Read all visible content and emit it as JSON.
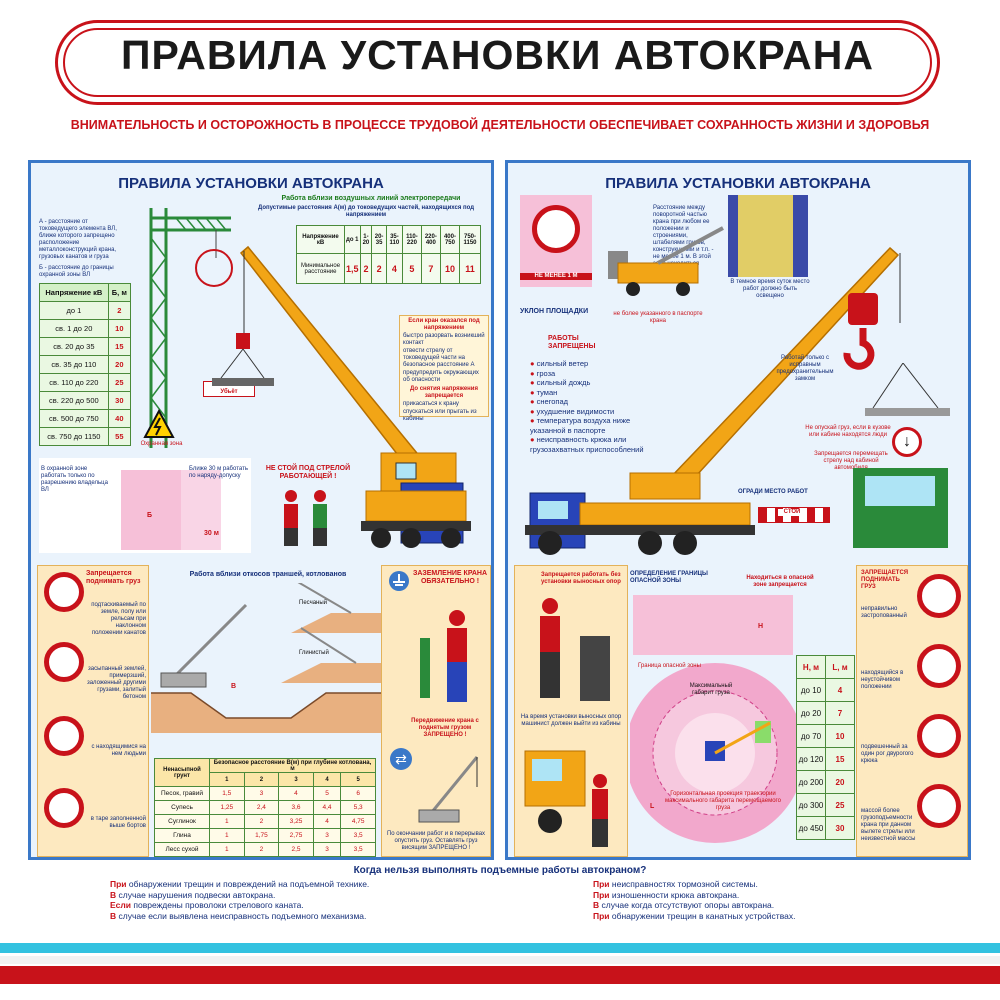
{
  "header": {
    "title": "ПРАВИЛА УСТАНОВКИ АВТОКРАНА",
    "subtitle": "ВНИМАТЕЛЬНОСТЬ И ОСТОРОЖНОСТЬ В ПРОЦЕССЕ ТРУДОВОЙ ДЕЯТЕЛЬНОСТИ ОБЕСПЕЧИВАЕТ СОХРАННОСТЬ ЖИЗНИ И ЗДОРОВЬЯ"
  },
  "left": {
    "title": "ПРАВИЛА УСТАНОВКИ АВТОКРАНА",
    "power_title": "Работа вблизи воздушных линий электропередачи",
    "power_sub": "Допустимые расстояния А(м) до токоведущих частей, находящихся под напряжением",
    "note_a": "А - расстояние от токоведущего элемента ВЛ, ближе которого запрещено расположение металлоконструкций крана, грузовых канатов и груза",
    "note_b": "Б - расстояние до границы охранной зоны ВЛ",
    "table1_headers": [
      "Напряжение кВ",
      "Б, м"
    ],
    "table1_rows": [
      [
        "до 1",
        "2"
      ],
      [
        "св. 1   до 20",
        "10"
      ],
      [
        "св. 20  до 35",
        "15"
      ],
      [
        "св. 35  до 110",
        "20"
      ],
      [
        "св. 110 до 220",
        "25"
      ],
      [
        "св. 220 до 500",
        "30"
      ],
      [
        "св. 500 до 750",
        "40"
      ],
      [
        "св. 750 до 1150",
        "55"
      ]
    ],
    "table2_label1": "Напряжение кВ",
    "table2_label2": "Минимальное расстояние",
    "table2_cols": [
      "до 1",
      "1-20",
      "20-35",
      "35-110",
      "110-220",
      "220-400",
      "400-750",
      "750-1150"
    ],
    "table2_values": [
      "1,5",
      "2",
      "2",
      "4",
      "5",
      "7",
      "10",
      "11"
    ],
    "warning_power": "Если кран оказался под напряжением",
    "warning_power_items": [
      "быстро разорвать возникший контакт",
      "отвести стрелу от токоведущей части на безопасное расстояние А",
      "предупредить окружающих об опасности"
    ],
    "warning_before": "До снятия напряжения запрещается",
    "warning_before_items": [
      "прикасаться к крану",
      "спускаться или прыгать из кабины"
    ],
    "zone_sign": "Не влезай! Убьёт",
    "zone_label": "Охранная зона",
    "zone_note1": "В охранной зоне работать только по разрешению владельца ВЛ",
    "zone_note2": "Ближе 30 м работать по наряду-допуску",
    "dim_b": "Б",
    "dim_30": "30 м",
    "dont_stand": "НЕ СТОЙ ПОД СТРЕЛОЙ РАБОТАЮЩЕЙ !",
    "lift_title": "Запрещается поднимать груз",
    "lift_items": [
      "подтаскиваемый по земле, полу или рельсам при наклонном положении канатов",
      "засыпанный землей, примерзший, заложенный другими грузами, залитый бетоном",
      "с находящимися на нем людьми",
      "в таре заполненной выше бортов"
    ],
    "slope_title": "Работа вблизи откосов траншей, котлованов",
    "slope_soil1": "Песчаный",
    "slope_soil2": "Глинистый",
    "dim_bm": "В",
    "ground_title": "ЗАЗЕМЛЕНИЕ КРАНА ОБЯЗАТЕЛЬНО !",
    "move_forbid": "Передвижение крана с поднятым грузом ЗАПРЕЩЕНО !",
    "end_work": "По окончании работ и в перерывах опустить груз. Оставлять груз висящим ЗАПРЕЩЕНО !",
    "soil_table_header": [
      "Ненасыпной грунт",
      "Безопасное расстояние В(м) при глубине котлована, м"
    ],
    "soil_depths": [
      "1",
      "2",
      "3",
      "4",
      "5"
    ],
    "soil_rows": [
      [
        "Песок, гравий",
        "1,5",
        "3",
        "4",
        "5",
        "6"
      ],
      [
        "Супесь",
        "1,25",
        "2,4",
        "3,6",
        "4,4",
        "5,3"
      ],
      [
        "Суглинок",
        "1",
        "2",
        "3,25",
        "4",
        "4,75"
      ],
      [
        "Глина",
        "1",
        "1,75",
        "2,75",
        "3",
        "3,5"
      ],
      [
        "Лесс сухой",
        "1",
        "2",
        "2,5",
        "3",
        "3,5"
      ]
    ]
  },
  "right": {
    "title": "ПРАВИЛА УСТАНОВКИ АВТОКРАНА",
    "not_less": "НЕ МЕНЕЕ 1 М",
    "distance_note": "Расстояние между поворотной частью крана при любом ее положении и строениями, штабелями грузов, конструкциями и т.п. - не менее 1 м. В этой зоне находиться ЗАПРЕЩАЕТСЯ",
    "dark_note": "В темное время суток место работ должно быть освещено",
    "slope_platform": "УКЛОН ПЛОЩАДКИ",
    "slope_note": "не более указанного в паспорте крана",
    "forbidden_title": "РАБОТЫ ЗАПРЕЩЕНЫ",
    "forbidden_items": [
      "сильный ветер",
      "гроза",
      "сильный дождь",
      "туман",
      "снегопад",
      "ухудшение видимости",
      "температура воздуха ниже указанной в паспорте",
      "неисправность крюка или грузозахватных приспособлений"
    ],
    "hook_note": "Работай только с исправным предохранительным замком",
    "no_lower": "Не опускай груз, если в кузове или кабине находятся люди",
    "no_carry": "Запрещается перемещать стрелу над кабиной автомобиля",
    "fence": "ОГРАДИ МЕСТО РАБОТ",
    "stop_sign": "СТОЙ",
    "outriggers": "Запрещается работать без установки выносных опор",
    "danger_zone": "ОПРЕДЕЛЕНИЕ ГРАНИЦЫ ОПАСНОЙ ЗОНЫ",
    "be_in_zone": "Находиться в опасной зоне запрещается",
    "zone_boundary": "Граница опасной зоны",
    "gabarit": "Максимальный габарит груза",
    "install_note": "На время установки выносных опор машинист должен выйти из кабины",
    "projection": "Горизонтальная проекция траектории максимального габарита перемещаемого груза",
    "dim_h": "H",
    "dim_l": "L",
    "hl_headers": [
      "H, м",
      "L, м"
    ],
    "hl_rows": [
      [
        "до 10",
        "4"
      ],
      [
        "до 20",
        "7"
      ],
      [
        "до 70",
        "10"
      ],
      [
        "до 120",
        "15"
      ],
      [
        "до 200",
        "20"
      ],
      [
        "до 300",
        "25"
      ],
      [
        "до 450",
        "30"
      ]
    ],
    "lift_title": "ЗАПРЕЩАЕТСЯ ПОДНИМАТЬ ГРУЗ",
    "lift_items": [
      "неправильно застропованный",
      "находящийся в неустойчивом положении",
      "подвешенный за один рог двурогого крюка",
      "массой более грузоподъемности крана при данном вылете стрелы или неизвестной массы"
    ]
  },
  "bottom": {
    "question": "Когда нельзя выполнять подъемные работы автокраном?",
    "left_items": [
      {
        "lead": "При",
        "text": " обнаружении трещин и повреждений на подъемной технике."
      },
      {
        "lead": "В",
        "text": " случае нарушения подвески автокрана."
      },
      {
        "lead": "Если",
        "text": " повреждены проволоки стрелового каната."
      },
      {
        "lead": "В",
        "text": " случае если выявлена неисправность подъемного механизма."
      }
    ],
    "right_items": [
      {
        "lead": "При",
        "text": " неисправностях тормозной системы."
      },
      {
        "lead": "При",
        "text": " изношенности крюка автокрана."
      },
      {
        "lead": "В",
        "text": " случае когда отсутствуют опоры автокрана."
      },
      {
        "lead": "При",
        "text": " обнаружении трещин в канатных устройствах."
      }
    ]
  },
  "colors": {
    "accent_red": "#c8121a",
    "panel_blue": "#3a78c8",
    "crane_yellow": "#f2a516",
    "title_navy": "#16307a"
  }
}
